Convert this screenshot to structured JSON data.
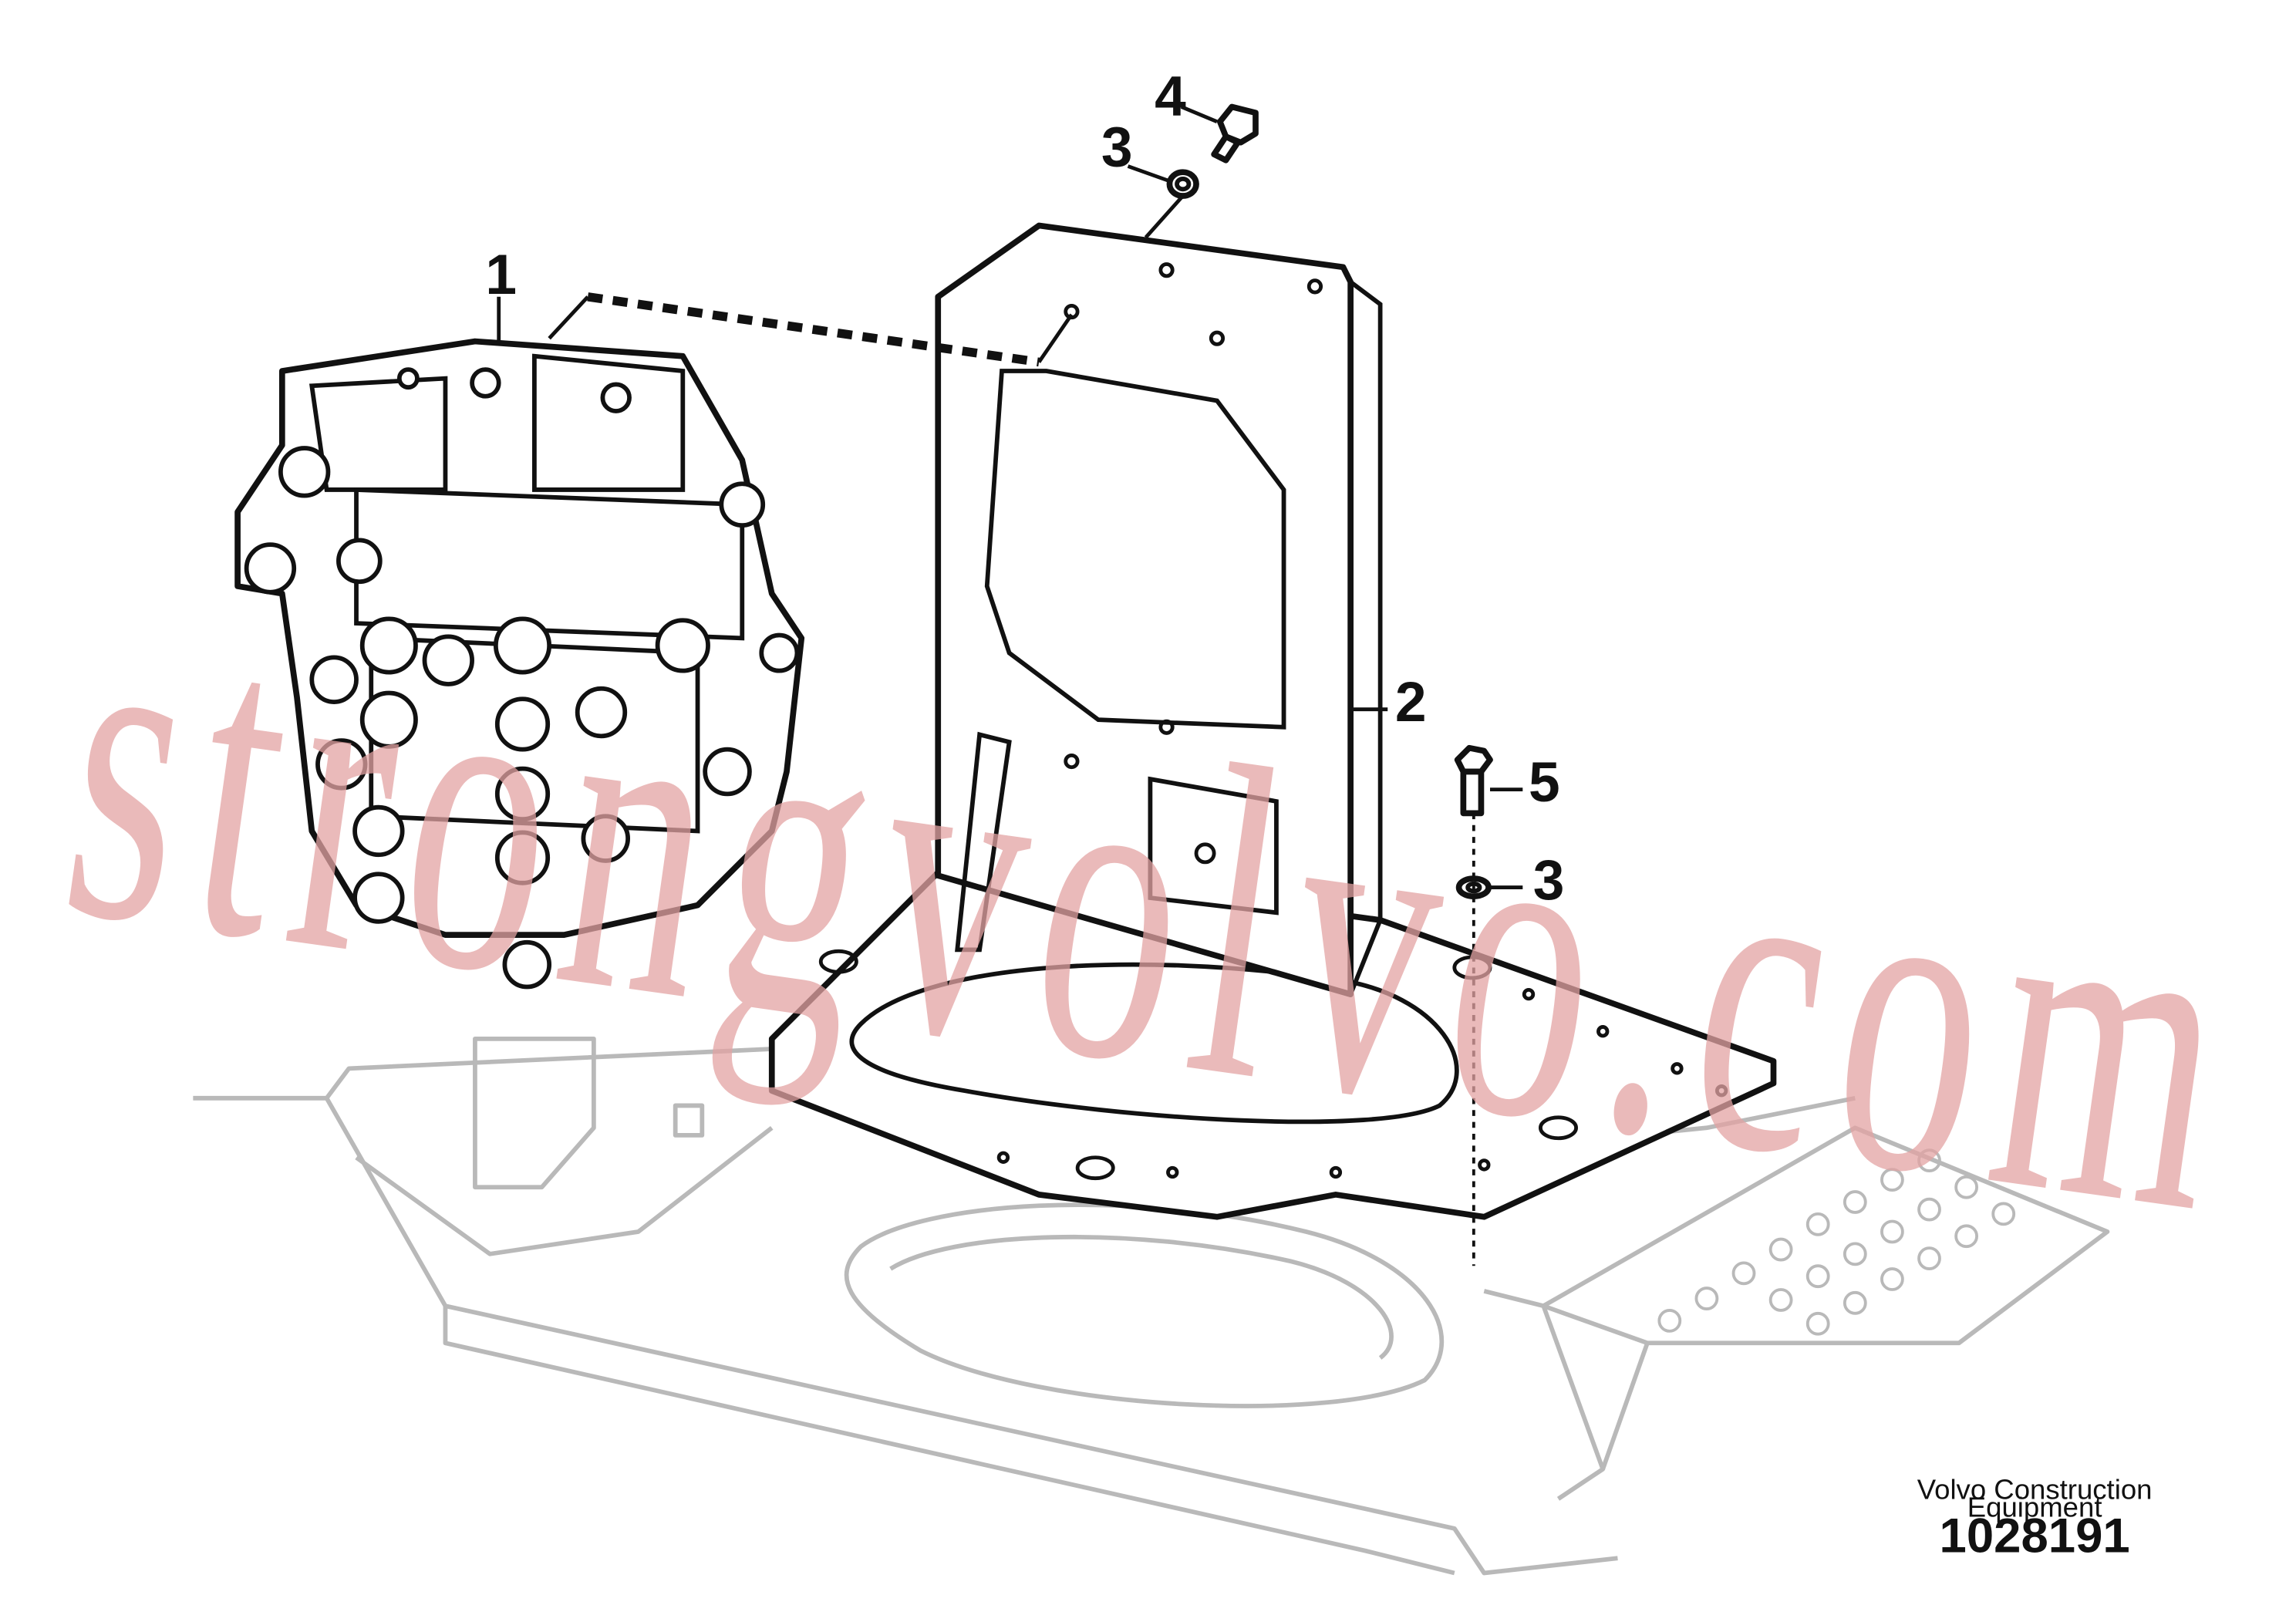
{
  "callouts": {
    "c1": "1",
    "c2": "2",
    "c3a": "3",
    "c3b": "3",
    "c4": "4",
    "c5": "5"
  },
  "watermark": "strongvolvo.com",
  "footer": {
    "credit_line1": "Volvo Construction",
    "credit_line2": "Equipment",
    "ref_number": "1028191"
  }
}
